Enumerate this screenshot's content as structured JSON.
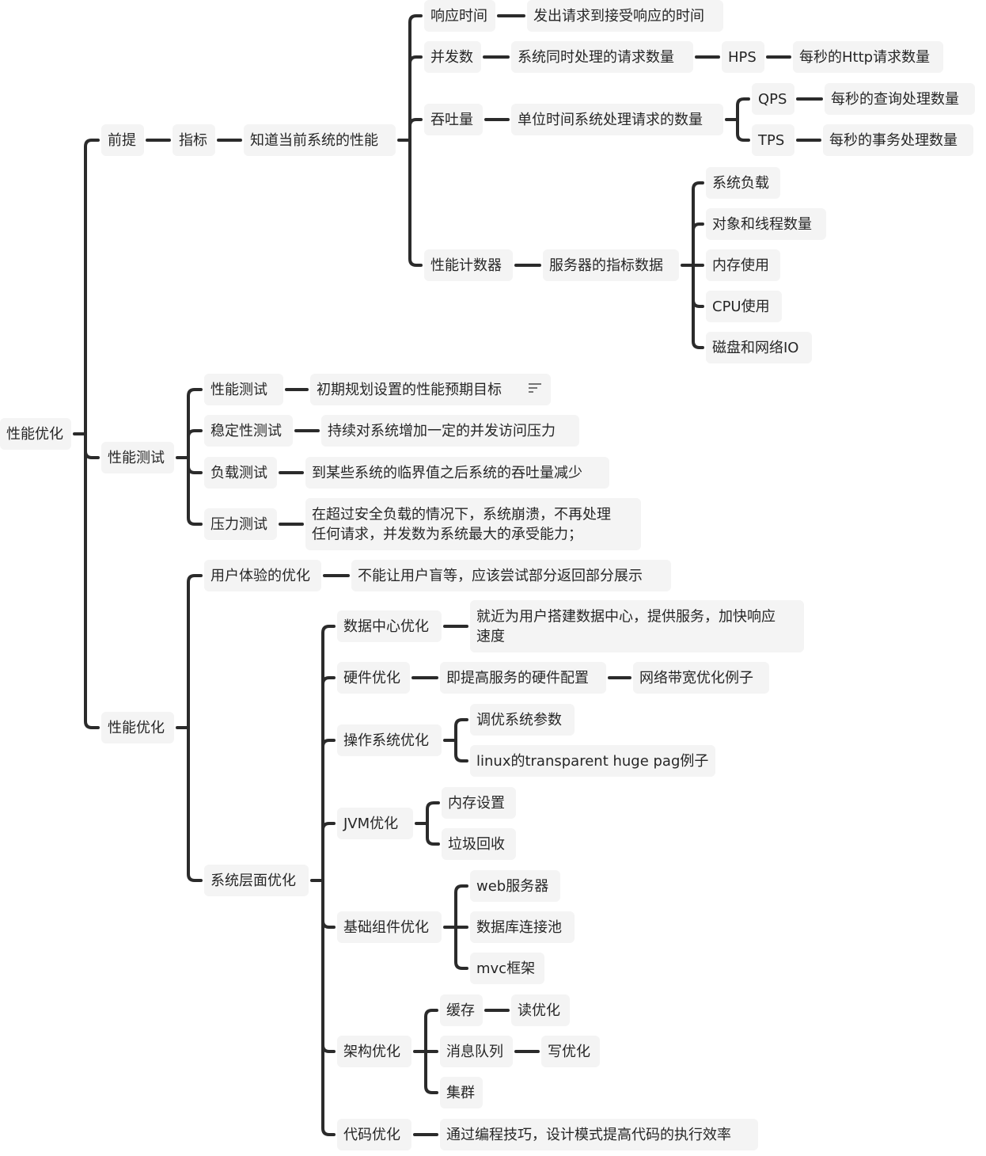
{
  "mindmap": {
    "root": {
      "label": "性能优化",
      "children": [
        {
          "label": "前提",
          "children": [
            {
              "label": "指标",
              "children": [
                {
                  "label": "知道当前系统的性能",
                  "children": [
                    {
                      "label": "响应时间",
                      "children": [
                        {
                          "label": "发出请求到接受响应的时间"
                        }
                      ]
                    },
                    {
                      "label": "并发数",
                      "children": [
                        {
                          "label": "系统同时处理的请求数量",
                          "children": [
                            {
                              "label": "HPS",
                              "children": [
                                {
                                  "label": "每秒的Http请求数量"
                                }
                              ]
                            }
                          ]
                        }
                      ]
                    },
                    {
                      "label": "吞吐量",
                      "children": [
                        {
                          "label": "单位时间系统处理请求的数量",
                          "children": [
                            {
                              "label": "QPS",
                              "children": [
                                {
                                  "label": "每秒的查询处理数量"
                                }
                              ]
                            },
                            {
                              "label": "TPS",
                              "children": [
                                {
                                  "label": "每秒的事务处理数量"
                                }
                              ]
                            }
                          ]
                        }
                      ]
                    },
                    {
                      "label": "性能计数器",
                      "children": [
                        {
                          "label": "服务器的指标数据",
                          "children": [
                            {
                              "label": "系统负载"
                            },
                            {
                              "label": "对象和线程数量"
                            },
                            {
                              "label": "内存使用"
                            },
                            {
                              "label": "CPU使用"
                            },
                            {
                              "label": "磁盘和网络IO"
                            }
                          ]
                        }
                      ]
                    }
                  ]
                }
              ]
            }
          ]
        },
        {
          "label": "性能测试",
          "children": [
            {
              "label": "性能测试",
              "children": [
                {
                  "label": "初期规划设置的性能预期目标",
                  "note_icon": "notes-icon"
                }
              ]
            },
            {
              "label": "稳定性测试",
              "children": [
                {
                  "label": "持续对系统增加一定的并发访问压力"
                }
              ]
            },
            {
              "label": "负载测试",
              "children": [
                {
                  "label": "到某些系统的临界值之后系统的吞吐量减少"
                }
              ]
            },
            {
              "label": "压力测试",
              "children": [
                {
                  "label": [
                    "在超过安全负载的情况下，系统崩溃，不再处理",
                    "任何请求，并发数为系统最大的承受能力；"
                  ]
                }
              ]
            }
          ]
        },
        {
          "label": "性能优化",
          "children": [
            {
              "label": "用户体验的优化",
              "children": [
                {
                  "label": "不能让用户盲等，应该尝试部分返回部分展示"
                }
              ]
            },
            {
              "label": "系统层面优化",
              "children": [
                {
                  "label": "数据中心优化",
                  "children": [
                    {
                      "label": [
                        "就近为用户搭建数据中心，提供服务，加快响应",
                        "速度"
                      ]
                    }
                  ]
                },
                {
                  "label": "硬件优化",
                  "children": [
                    {
                      "label": "即提高服务的硬件配置",
                      "children": [
                        {
                          "label": "网络带宽优化例子"
                        }
                      ]
                    }
                  ]
                },
                {
                  "label": "操作系统优化",
                  "children": [
                    {
                      "label": "调优系统参数"
                    },
                    {
                      "label": "linux的transparent huge pag例子"
                    }
                  ]
                },
                {
                  "label": "JVM优化",
                  "children": [
                    {
                      "label": "内存设置"
                    },
                    {
                      "label": "垃圾回收"
                    }
                  ]
                },
                {
                  "label": "基础组件优化",
                  "children": [
                    {
                      "label": "web服务器"
                    },
                    {
                      "label": "数据库连接池"
                    },
                    {
                      "label": "mvc框架"
                    }
                  ]
                },
                {
                  "label": "架构优化",
                  "children": [
                    {
                      "label": "缓存",
                      "children": [
                        {
                          "label": "读优化"
                        }
                      ]
                    },
                    {
                      "label": "消息队列",
                      "children": [
                        {
                          "label": "写优化"
                        }
                      ]
                    },
                    {
                      "label": "集群"
                    }
                  ]
                },
                {
                  "label": "代码优化",
                  "children": [
                    {
                      "label": "通过编程技巧，设计模式提高代码的执行效率"
                    }
                  ]
                }
              ]
            }
          ]
        }
      ]
    },
    "colors": {
      "line": "#2b2b2b",
      "node_bg": "#f4f4f4",
      "text": "#262626"
    }
  }
}
